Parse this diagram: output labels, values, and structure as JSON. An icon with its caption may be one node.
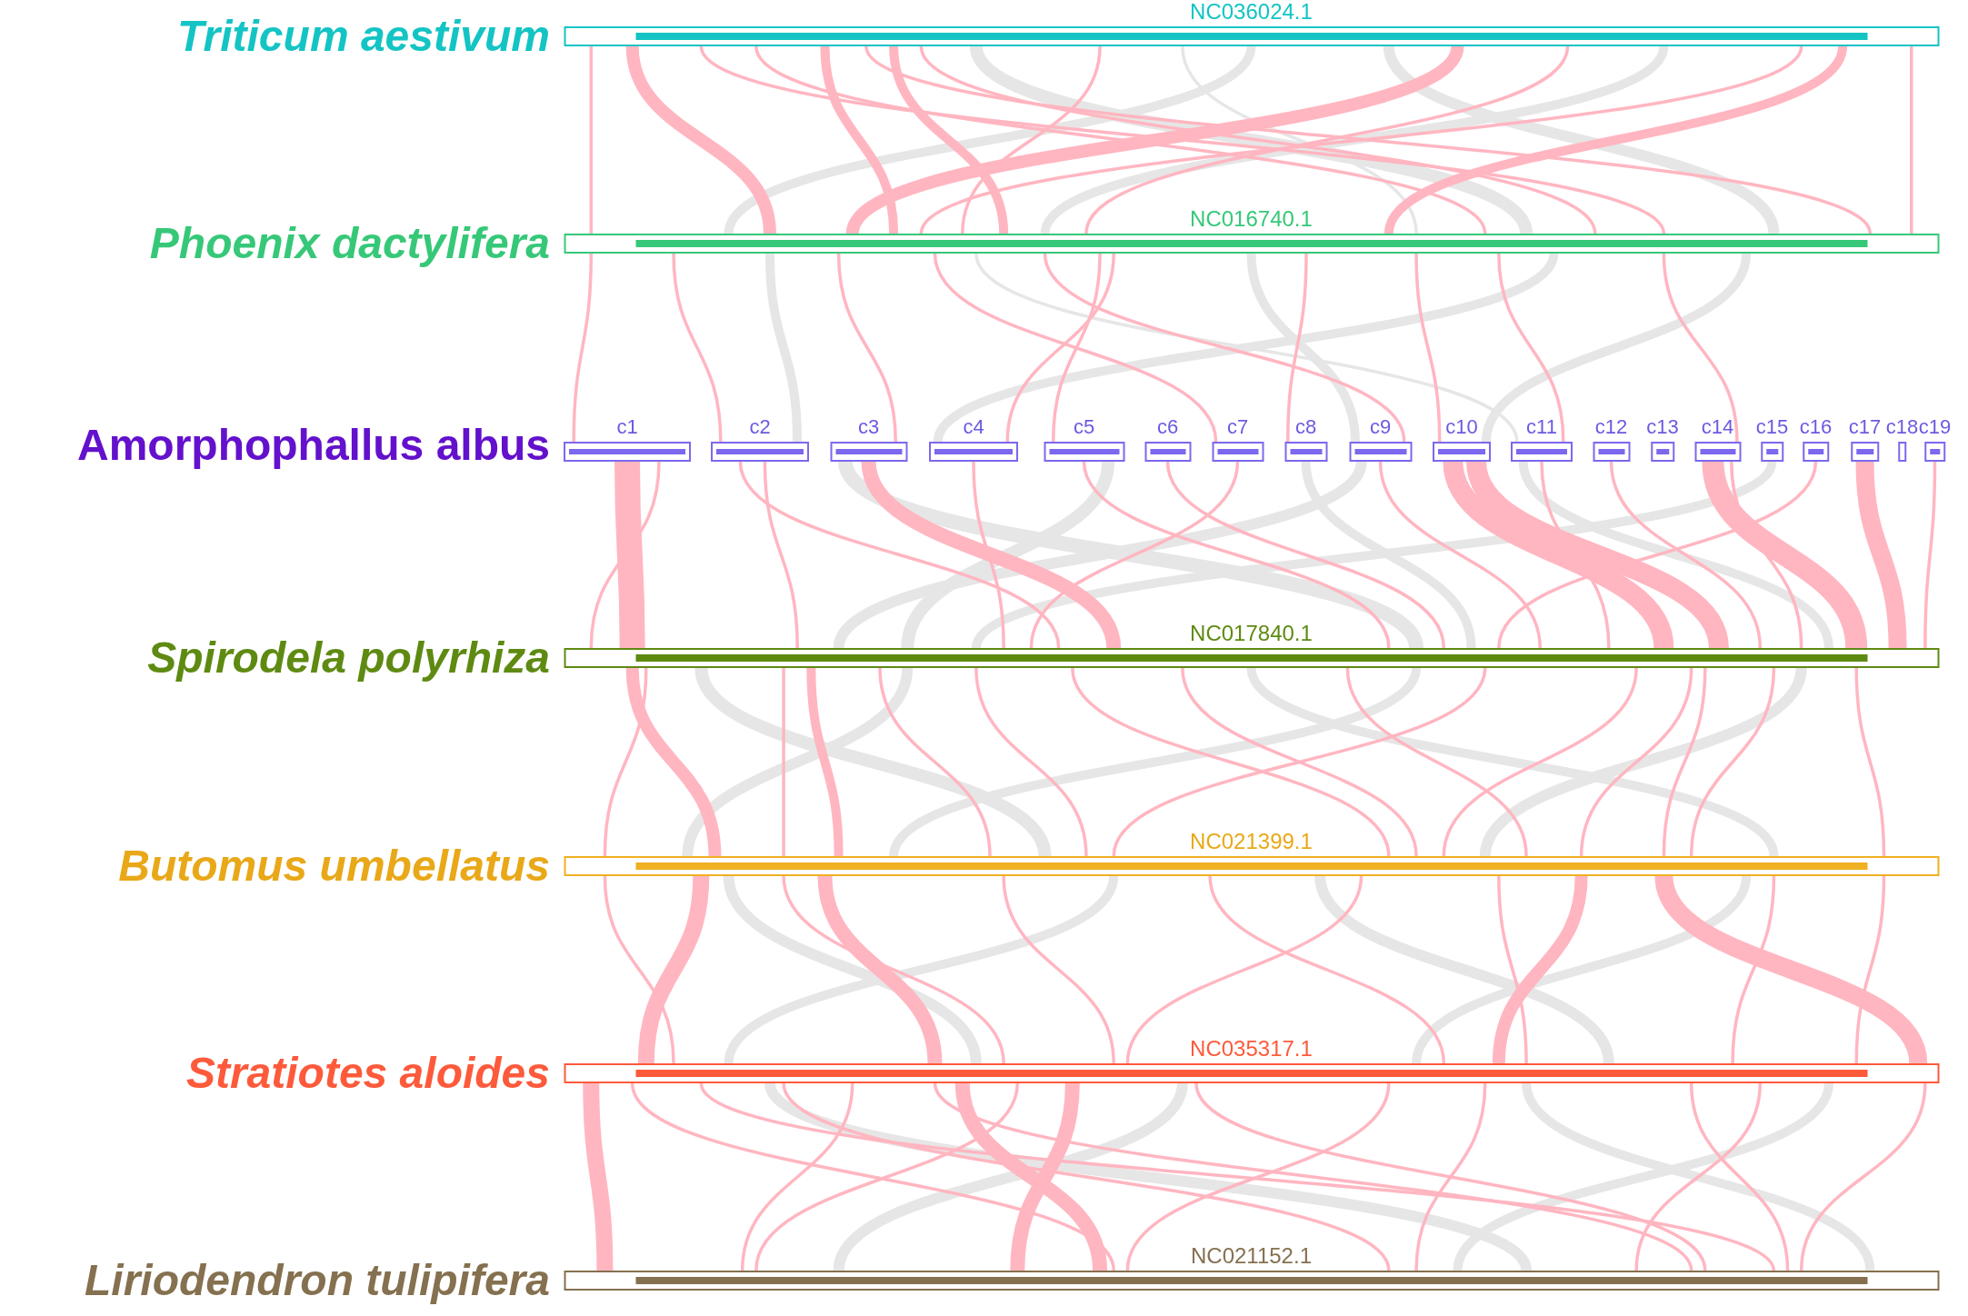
{
  "diagram": {
    "nodes": [
      {
        "text": [
          "NC036024.1"
        ],
        "beside": [
          "Triticum aestivum"
        ]
      },
      {
        "text": [
          "NC016740.1"
        ],
        "beside": [
          "Phoenix dactylifera"
        ]
      },
      {
        "text": [
          "c1"
        ]
      },
      {
        "text": [
          "c2"
        ]
      },
      {
        "text": [
          "c3"
        ]
      },
      {
        "text": [
          "c4"
        ]
      },
      {
        "text": [
          "c5"
        ]
      },
      {
        "text": [
          "c6"
        ]
      },
      {
        "text": [
          "c7"
        ]
      },
      {
        "text": [
          "c8"
        ]
      },
      {
        "text": [
          "c9"
        ]
      },
      {
        "text": [
          "c10"
        ]
      },
      {
        "text": [
          "c11"
        ]
      },
      {
        "text": [
          "c12"
        ]
      },
      {
        "text": [
          "c13"
        ]
      },
      {
        "text": [
          "c14"
        ]
      },
      {
        "text": [
          "c15"
        ]
      },
      {
        "text": [
          "c16"
        ]
      },
      {
        "text": [
          "c17"
        ]
      },
      {
        "text": [
          "c18"
        ]
      },
      {
        "text": [
          "c19"
        ]
      },
      {
        "text": [
          "NC017840.1"
        ],
        "beside": [
          "Spirodela polyrhiza"
        ]
      },
      {
        "text": [
          "NC021399.1"
        ],
        "beside": [
          "Butomus umbellatus"
        ]
      },
      {
        "text": [
          "NC035317.1"
        ],
        "beside": [
          "Stratiotes aloides"
        ]
      },
      {
        "text": [
          "NC021152.1"
        ],
        "beside": [
          "Liriodendron tulipifera"
        ]
      }
    ],
    "edges": [
      {
        "from": 0,
        "to": 1,
        "arrow": "none"
      },
      {
        "from": 0,
        "to": 1,
        "arrow": "none",
        "style": "thick"
      },
      {
        "from": 0,
        "to": 1,
        "arrow": "none"
      },
      {
        "from": 0,
        "to": 1,
        "arrow": "none"
      },
      {
        "from": 0,
        "to": 1,
        "arrow": "none",
        "style": "thick"
      },
      {
        "from": 0,
        "to": 1,
        "arrow": "none"
      },
      {
        "from": 0,
        "to": 1,
        "arrow": "none",
        "style": "thick"
      },
      {
        "from": 0,
        "to": 1,
        "arrow": "none"
      },
      {
        "from": 0,
        "to": 1,
        "arrow": "none"
      },
      {
        "from": 0,
        "to": 1,
        "arrow": "none",
        "style": "thick"
      },
      {
        "from": 0,
        "to": 1,
        "arrow": "none"
      },
      {
        "from": 0,
        "to": 1,
        "arrow": "none"
      },
      {
        "from": 0,
        "to": 1,
        "arrow": "none",
        "style": "thick"
      },
      {
        "from": 0,
        "to": 1,
        "arrow": "none"
      },
      {
        "from": 0,
        "to": 1,
        "arrow": "none",
        "style": "thick",
        "color": "#e6e6e6"
      },
      {
        "from": 0,
        "to": 1,
        "arrow": "none",
        "style": "thick",
        "color": "#e6e6e6"
      },
      {
        "from": 0,
        "to": 1,
        "arrow": "none",
        "style": "thick",
        "color": "#e6e6e6"
      },
      {
        "from": 0,
        "to": 1,
        "arrow": "none",
        "style": "thick",
        "color": "#e6e6e6"
      },
      {
        "from": 0,
        "to": 1,
        "arrow": "none",
        "color": "#e6e6e6"
      },
      {
        "from": 1,
        "to": 2,
        "arrow": "none"
      },
      {
        "from": 1,
        "to": 3,
        "arrow": "none"
      },
      {
        "from": 1,
        "to": 4,
        "arrow": "none"
      },
      {
        "from": 1,
        "to": 5,
        "arrow": "none"
      },
      {
        "from": 1,
        "to": 6,
        "arrow": "none"
      },
      {
        "from": 1,
        "to": 8,
        "arrow": "none"
      },
      {
        "from": 1,
        "to": 9,
        "arrow": "none"
      },
      {
        "from": 1,
        "to": 10,
        "arrow": "none"
      },
      {
        "from": 1,
        "to": 11,
        "arrow": "none"
      },
      {
        "from": 1,
        "to": 12,
        "arrow": "none"
      },
      {
        "from": 1,
        "to": 15,
        "arrow": "none"
      },
      {
        "from": 1,
        "to": 3,
        "arrow": "none",
        "style": "thick",
        "color": "#e6e6e6"
      },
      {
        "from": 1,
        "to": 10,
        "arrow": "none",
        "style": "thick",
        "color": "#e6e6e6"
      },
      {
        "from": 1,
        "to": 5,
        "arrow": "none",
        "style": "thick",
        "color": "#e6e6e6"
      },
      {
        "from": 1,
        "to": 11,
        "arrow": "none",
        "style": "thick",
        "color": "#e6e6e6"
      },
      {
        "from": 1,
        "to": 12,
        "arrow": "none",
        "color": "#e6e6e6"
      },
      {
        "from": 2,
        "to": 21,
        "arrow": "none",
        "style": "thick"
      },
      {
        "from": 2,
        "to": 21,
        "arrow": "none"
      },
      {
        "from": 3,
        "to": 21,
        "arrow": "none"
      },
      {
        "from": 3,
        "to": 21,
        "arrow": "none"
      },
      {
        "from": 4,
        "to": 21,
        "arrow": "none",
        "style": "thick"
      },
      {
        "from": 5,
        "to": 21,
        "arrow": "none"
      },
      {
        "from": 6,
        "to": 21,
        "arrow": "none"
      },
      {
        "from": 7,
        "to": 21,
        "arrow": "none"
      },
      {
        "from": 8,
        "to": 21,
        "arrow": "none"
      },
      {
        "from": 10,
        "to": 21,
        "arrow": "none"
      },
      {
        "from": 11,
        "to": 21,
        "arrow": "none",
        "style": "thick"
      },
      {
        "from": 11,
        "to": 21,
        "arrow": "none",
        "style": "thick"
      },
      {
        "from": 12,
        "to": 21,
        "arrow": "none"
      },
      {
        "from": 13,
        "to": 21,
        "arrow": "none"
      },
      {
        "from": 15,
        "to": 21,
        "arrow": "none",
        "style": "thick"
      },
      {
        "from": 15,
        "to": 21,
        "arrow": "none"
      },
      {
        "from": 17,
        "to": 21,
        "arrow": "none"
      },
      {
        "from": 18,
        "to": 21,
        "arrow": "none",
        "style": "thick"
      },
      {
        "from": 20,
        "to": 21,
        "arrow": "none"
      },
      {
        "from": 4,
        "to": 21,
        "arrow": "none",
        "style": "thick",
        "color": "#e6e6e6"
      },
      {
        "from": 6,
        "to": 21,
        "arrow": "none",
        "style": "thick",
        "color": "#e6e6e6"
      },
      {
        "from": 10,
        "to": 21,
        "arrow": "none",
        "style": "thick",
        "color": "#e6e6e6"
      },
      {
        "from": 12,
        "to": 21,
        "arrow": "none",
        "style": "thick",
        "color": "#e6e6e6"
      },
      {
        "from": 16,
        "to": 21,
        "arrow": "none",
        "style": "thick",
        "color": "#e6e6e6"
      },
      {
        "from": 9,
        "to": 21,
        "arrow": "none",
        "style": "thick",
        "color": "#e6e6e6"
      },
      {
        "from": 21,
        "to": 22,
        "arrow": "none",
        "style": "thick"
      },
      {
        "from": 21,
        "to": 22,
        "arrow": "none"
      },
      {
        "from": 21,
        "to": 22,
        "arrow": "none"
      },
      {
        "from": 21,
        "to": 22,
        "arrow": "none",
        "style": "thick"
      },
      {
        "from": 21,
        "to": 22,
        "arrow": "none"
      },
      {
        "from": 21,
        "to": 22,
        "arrow": "none"
      },
      {
        "from": 21,
        "to": 22,
        "arrow": "none"
      },
      {
        "from": 21,
        "to": 22,
        "arrow": "none"
      },
      {
        "from": 21,
        "to": 22,
        "arrow": "none"
      },
      {
        "from": 21,
        "to": 22,
        "arrow": "none"
      },
      {
        "from": 21,
        "to": 22,
        "arrow": "none"
      },
      {
        "from": 21,
        "to": 22,
        "arrow": "none"
      },
      {
        "from": 21,
        "to": 22,
        "arrow": "none"
      },
      {
        "from": 21,
        "to": 22,
        "arrow": "none"
      },
      {
        "from": 21,
        "to": 22,
        "arrow": "none"
      },
      {
        "from": 21,
        "to": 22,
        "arrow": "none",
        "style": "thick",
        "color": "#e6e6e6"
      },
      {
        "from": 21,
        "to": 22,
        "arrow": "none",
        "style": "thick",
        "color": "#e6e6e6"
      },
      {
        "from": 21,
        "to": 22,
        "arrow": "none",
        "style": "thick",
        "color": "#e6e6e6"
      },
      {
        "from": 21,
        "to": 22,
        "arrow": "none",
        "style": "thick",
        "color": "#e6e6e6"
      },
      {
        "from": 21,
        "to": 22,
        "arrow": "none",
        "style": "thick",
        "color": "#e6e6e6"
      },
      {
        "from": 22,
        "to": 23,
        "arrow": "none"
      },
      {
        "from": 22,
        "to": 23,
        "arrow": "none",
        "style": "thick"
      },
      {
        "from": 22,
        "to": 23,
        "arrow": "none",
        "style": "thick"
      },
      {
        "from": 22,
        "to": 23,
        "arrow": "none"
      },
      {
        "from": 22,
        "to": 23,
        "arrow": "none"
      },
      {
        "from": 22,
        "to": 23,
        "arrow": "none"
      },
      {
        "from": 22,
        "to": 23,
        "arrow": "none"
      },
      {
        "from": 22,
        "to": 23,
        "arrow": "none",
        "style": "thick"
      },
      {
        "from": 22,
        "to": 23,
        "arrow": "none",
        "style": "thick"
      },
      {
        "from": 22,
        "to": 23,
        "arrow": "none"
      },
      {
        "from": 22,
        "to": 23,
        "arrow": "none"
      },
      {
        "from": 22,
        "to": 23,
        "arrow": "none"
      },
      {
        "from": 22,
        "to": 23,
        "arrow": "none",
        "style": "thick",
        "color": "#e6e6e6"
      },
      {
        "from": 22,
        "to": 23,
        "arrow": "none",
        "style": "thick",
        "color": "#e6e6e6"
      },
      {
        "from": 22,
        "to": 23,
        "arrow": "none",
        "style": "thick",
        "color": "#e6e6e6"
      },
      {
        "from": 22,
        "to": 23,
        "arrow": "none",
        "style": "thick",
        "color": "#e6e6e6"
      },
      {
        "from": 23,
        "to": 24,
        "arrow": "none",
        "style": "thick"
      },
      {
        "from": 23,
        "to": 24,
        "arrow": "none"
      },
      {
        "from": 23,
        "to": 24,
        "arrow": "none"
      },
      {
        "from": 23,
        "to": 24,
        "arrow": "none"
      },
      {
        "from": 23,
        "to": 24,
        "arrow": "none"
      },
      {
        "from": 23,
        "to": 24,
        "arrow": "none",
        "style": "thick"
      },
      {
        "from": 23,
        "to": 24,
        "arrow": "none"
      },
      {
        "from": 23,
        "to": 24,
        "arrow": "none",
        "style": "thick"
      },
      {
        "from": 23,
        "to": 24,
        "arrow": "none"
      },
      {
        "from": 23,
        "to": 24,
        "arrow": "none"
      },
      {
        "from": 23,
        "to": 24,
        "arrow": "none"
      },
      {
        "from": 23,
        "to": 24,
        "arrow": "none"
      },
      {
        "from": 23,
        "to": 24,
        "arrow": "none"
      },
      {
        "from": 23,
        "to": 24,
        "arrow": "none"
      },
      {
        "from": 23,
        "to": 24,
        "arrow": "none"
      },
      {
        "from": 23,
        "to": 24,
        "arrow": "none",
        "style": "thick",
        "color": "#e6e6e6"
      },
      {
        "from": 23,
        "to": 24,
        "arrow": "none",
        "style": "thick",
        "color": "#e6e6e6"
      },
      {
        "from": 23,
        "to": 24,
        "arrow": "none",
        "style": "thick",
        "color": "#e6e6e6"
      },
      {
        "from": 23,
        "to": 24,
        "arrow": "none",
        "style": "thick",
        "color": "#e6e6e6"
      }
    ],
    "labels": [
      "Amorphophallus albus"
    ]
  }
}
